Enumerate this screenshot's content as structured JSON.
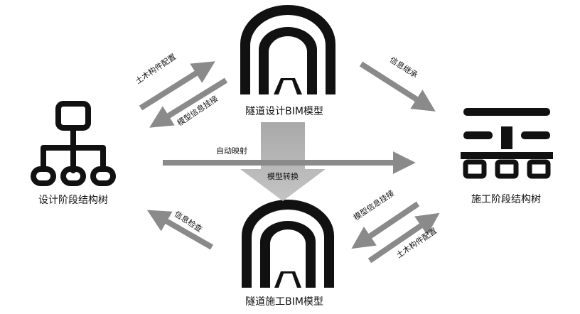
{
  "nodes": {
    "design_tree": "设计阶段结构树",
    "construction_tree": "施工阶段结构树",
    "design_bim": "隧道设计BIM模型",
    "construction_bim": "隧道施工BIM模型"
  },
  "edges": {
    "civil_config_top": "土木构件配置",
    "model_info_attach_top": "模型信息挂接",
    "info_inherit": "信息继承",
    "auto_mapping": "自动映射",
    "model_conversion": "模型转换",
    "info_check": "信息检查",
    "model_info_attach_bottom": "模型信息挂接",
    "civil_config_bottom": "土木构件配置"
  },
  "colors": {
    "arrow": "#8a8a8a",
    "block_arrow": "#b3b3b3",
    "icon": "#111111",
    "text": "#111111"
  },
  "icons": {
    "design_tree": "hierarchy-tree-icon",
    "construction_tree": "layered-tree-icon",
    "design_bim": "tunnel-icon",
    "construction_bim": "tunnel-icon"
  }
}
